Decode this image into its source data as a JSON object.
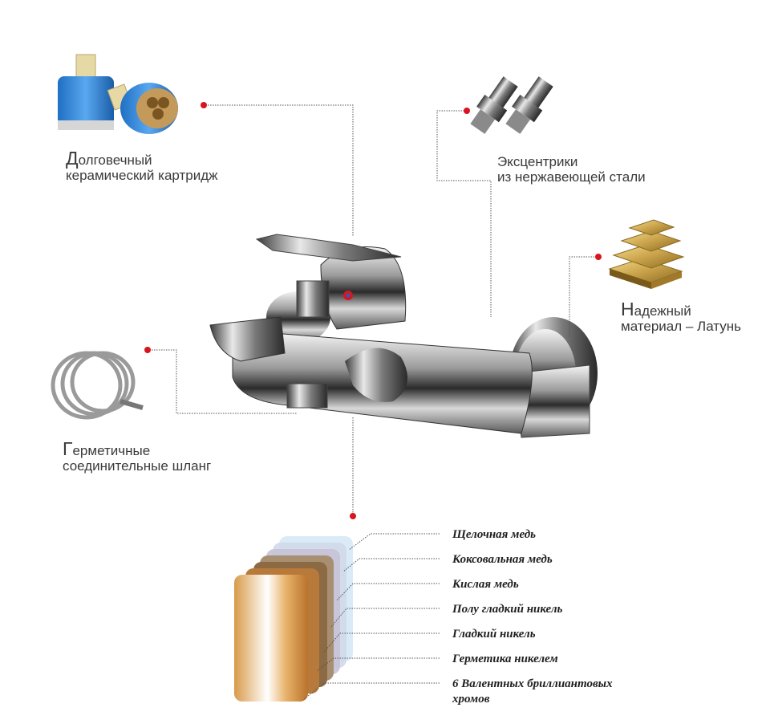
{
  "features": {
    "cartridge": {
      "first": "Д",
      "rest": "олговечный",
      "line2": "керамический картридж"
    },
    "eccentrics": {
      "line1": "Эксцентрики",
      "line2": "из нержавеющей стали"
    },
    "material": {
      "first": "Н",
      "rest": "адежный",
      "line2": "материал – Латунь"
    },
    "hose": {
      "first": "Г",
      "rest": "ерметичные",
      "line2": "соединительные шланг"
    }
  },
  "layers": [
    "Щелочная медь",
    "Коксовальная медь",
    "Кислая медь",
    "Полу гладкий никель",
    "Гладкий никель",
    "Герметика никелем",
    "6 Валентных бриллиантовых",
    "хромов"
  ],
  "colors": {
    "marker": "#d7141f",
    "leader": "#555555"
  },
  "icons": {
    "cartridge": "ceramic-cartridge-icon",
    "eccentrics": "eccentric-fittings-icon",
    "material": "brass-ingots-icon",
    "hose": "flexible-hose-icon",
    "faucet": "bath-mixer-faucet-image",
    "coating": "coating-layers-swatch"
  }
}
